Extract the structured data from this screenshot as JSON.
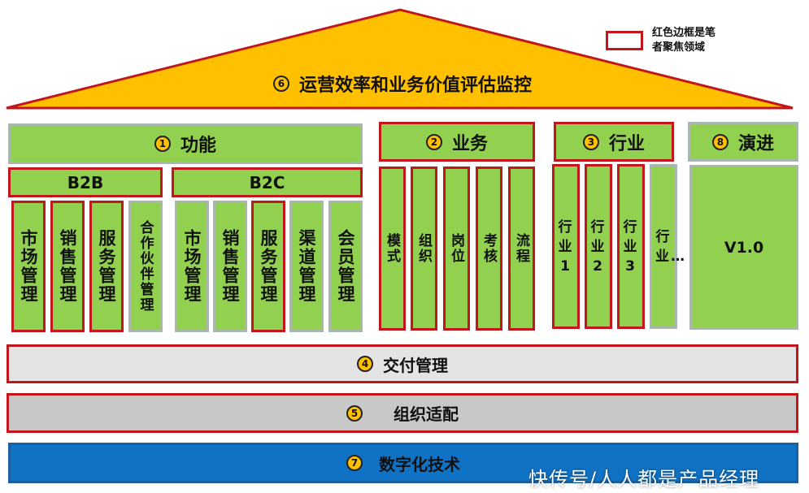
{
  "roof": {
    "num": "6",
    "label": "运营效率和业务价值评估监控"
  },
  "legend": {
    "line1": "红色边框是笔",
    "line2": "者聚焦领域"
  },
  "function": {
    "num": "1",
    "label": "功能",
    "b2b": {
      "label": "B2B",
      "cols": [
        "市场管理",
        "销售管理",
        "服务管理",
        "合作伙伴管理"
      ]
    },
    "b2c": {
      "label": "B2C",
      "cols": [
        "市场管理",
        "销售管理",
        "服务管理",
        "渠道管理",
        "会员管理"
      ]
    }
  },
  "business": {
    "num": "2",
    "label": "业务",
    "cols": [
      "模式",
      "组织",
      "岗位",
      "考核",
      "流程"
    ]
  },
  "industry": {
    "num": "3",
    "label": "行业",
    "cols": [
      "行业1",
      "行业2",
      "行业3",
      "行业…"
    ]
  },
  "evolution": {
    "num": "8",
    "label": "演进",
    "version": "V1.0"
  },
  "delivery": {
    "num": "4",
    "label": "交付管理"
  },
  "org": {
    "num": "5",
    "label": "组织适配"
  },
  "digital": {
    "num": "7",
    "label": "数字化技术"
  },
  "watermark": "快传号/人人都是产品经理"
}
